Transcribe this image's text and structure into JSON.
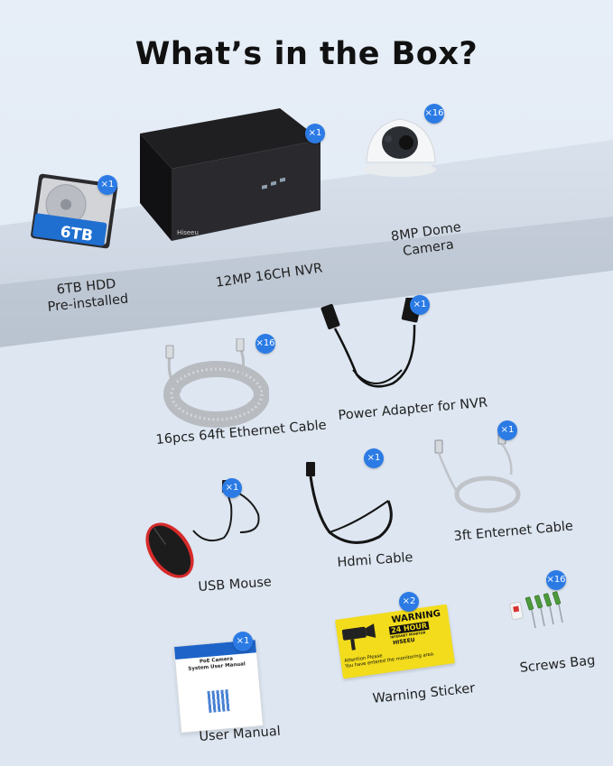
{
  "title": "What’s in the Box?",
  "items": {
    "hdd": {
      "label_line1": "6TB HDD",
      "label_line2": "Pre-installed",
      "qty": "×1",
      "drive_text": "6TB"
    },
    "nvr": {
      "label": "12MP 16CH NVR",
      "qty": "×1",
      "brand": "Hiseeu"
    },
    "camera": {
      "label_line1": "8MP Dome",
      "label_line2": "Camera",
      "qty": "×16"
    },
    "ethernet": {
      "label": "16pcs 64ft Ethernet Cable",
      "qty": "×16"
    },
    "power": {
      "label": "Power Adapter for NVR",
      "qty": "×1"
    },
    "mouse": {
      "label": "USB Mouse",
      "qty": "×1"
    },
    "hdmi": {
      "label": "Hdmi Cable",
      "qty": "×1"
    },
    "short_ethernet": {
      "label": "3ft Enternet Cable",
      "qty": "×1"
    },
    "manual": {
      "label": "User Manual",
      "qty": "×1",
      "cover_line1": "PoE Camera",
      "cover_line2": "System User Manual"
    },
    "sticker": {
      "label": "Warning Sticker",
      "qty": "×2",
      "head": "WARNING",
      "sub1": "24 HOUR",
      "sub2": "INTERNET MONITOR",
      "brand": "HISEEU",
      "note1": "Attention Please",
      "note2": "You have entered the monitoring area."
    },
    "screws": {
      "label": "Screws Bag",
      "qty": "×16"
    }
  },
  "colors": {
    "background": "#dfe8f3",
    "shelf": "#c4ccd8",
    "badge": "#2c7be5",
    "sticker": "#f2dc1c"
  }
}
